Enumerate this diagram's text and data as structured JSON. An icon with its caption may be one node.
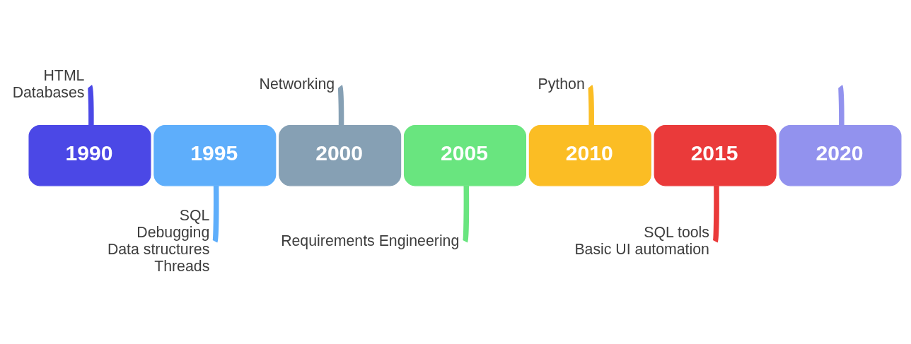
{
  "diagram": {
    "nodes": [
      {
        "text": [
          "1990"
        ],
        "beside": [
          "HTML",
          "Databases"
        ]
      },
      {
        "text": [
          "1995"
        ],
        "beside": [
          "SQL",
          "Debugging",
          "Data structures",
          "Threads"
        ]
      },
      {
        "text": [
          "2000"
        ],
        "beside": [
          "Networking"
        ]
      },
      {
        "text": [
          "2005"
        ],
        "beside": [
          "Requirements Engineering"
        ]
      },
      {
        "text": [
          "2010"
        ],
        "beside": [
          "Python"
        ]
      },
      {
        "text": [
          "2015"
        ],
        "beside": [
          "SQL tools",
          "Basic UI automation"
        ]
      },
      {
        "text": [
          "2020"
        ]
      }
    ],
    "edges": [
      {
        "from": 0,
        "to": null,
        "arrow": "none",
        "color": "#4b48e6"
      },
      {
        "from": 1,
        "to": null,
        "arrow": "none",
        "color": "#5eaefb"
      },
      {
        "from": 2,
        "to": null,
        "arrow": "none",
        "color": "#86a0b4"
      },
      {
        "from": 3,
        "to": null,
        "arrow": "none",
        "color": "#69e57f"
      },
      {
        "from": 4,
        "to": null,
        "arrow": "none",
        "color": "#fbbd24"
      },
      {
        "from": 5,
        "to": null,
        "arrow": "none",
        "color": "#ea3a3a"
      },
      {
        "from": 6,
        "to": null,
        "arrow": "none",
        "color": "#9292ee"
      }
    ]
  }
}
